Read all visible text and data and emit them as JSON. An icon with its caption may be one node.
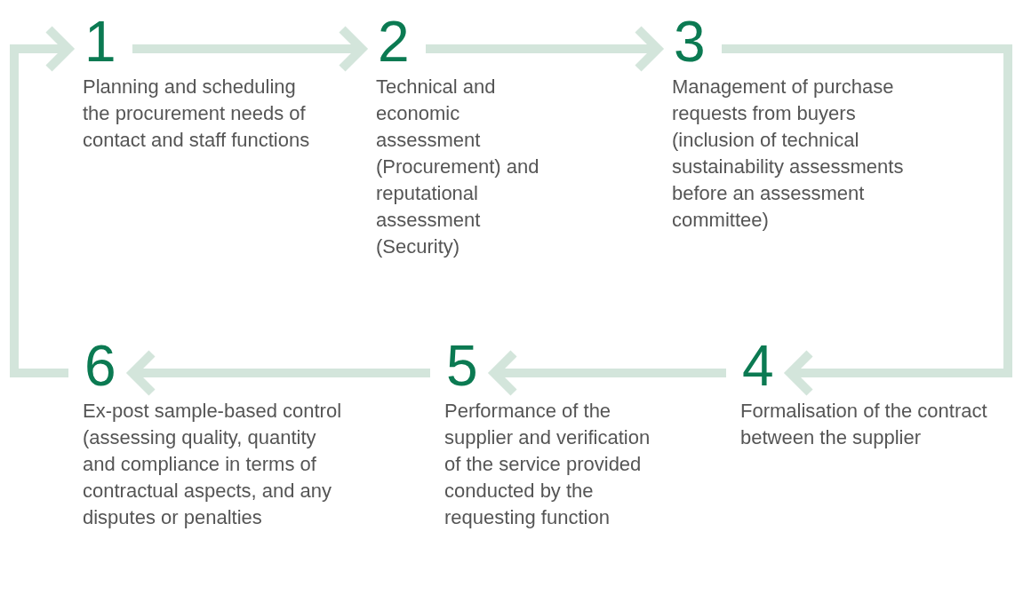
{
  "diagram": {
    "nodes": [
      {
        "text": [
          "1",
          "Planning and scheduling the procurement needs of contact and staff functions"
        ]
      },
      {
        "text": [
          "2",
          "Technical and economic assessment (Procurement) and reputational assessment (Security)"
        ]
      },
      {
        "text": [
          "3",
          "Management of purchase requests from buyers (inclusion of technical sustainability assessments before an assessment committee)"
        ]
      },
      {
        "text": [
          "4",
          "Formalisation of the contract between the supplier"
        ]
      },
      {
        "text": [
          "5",
          "Performance of the supplier and verification of the service provided conducted by the requesting function"
        ]
      },
      {
        "text": [
          "6",
          "Ex-post sample-based control (assessing quality, quantity and compliance in terms of contractual aspects, and any disputes or penalties"
        ]
      }
    ],
    "edges": [
      {
        "from": 0,
        "to": 1,
        "arrow": "to"
      },
      {
        "from": 1,
        "to": 2,
        "arrow": "to"
      },
      {
        "from": 2,
        "to": 3,
        "arrow": "to"
      },
      {
        "from": 3,
        "to": 4,
        "arrow": "to"
      },
      {
        "from": 4,
        "to": 5,
        "arrow": "to"
      },
      {
        "from": 5,
        "to": 0,
        "arrow": "to"
      }
    ]
  }
}
